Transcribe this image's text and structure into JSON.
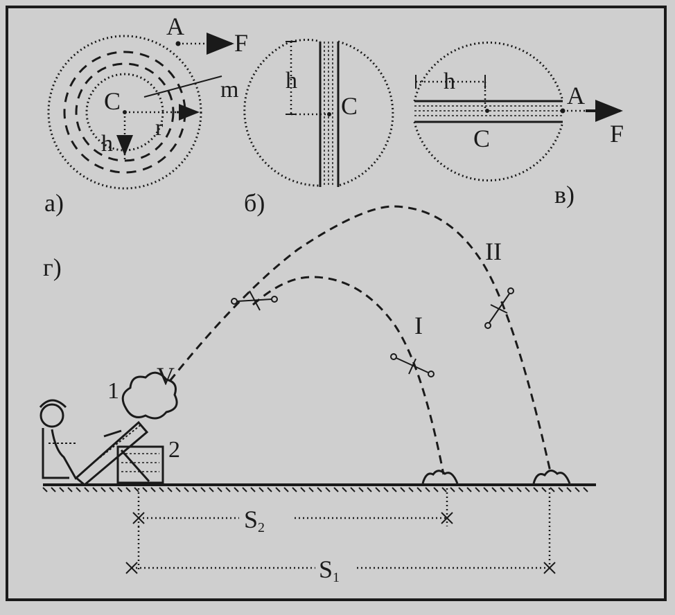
{
  "panels": {
    "a": {
      "caption": "а)",
      "point_a": "A",
      "force": "F",
      "center": "C",
      "mass": "m",
      "radius": "r",
      "height": "h"
    },
    "b": {
      "caption": "б)",
      "height": "h",
      "center": "C"
    },
    "v": {
      "caption": "в)",
      "height": "h",
      "point_a": "A",
      "force": "F",
      "center": "C"
    },
    "g": {
      "caption": "г)",
      "velocity": "V",
      "label_1": "1",
      "label_2": "2",
      "trajectory_1": "I",
      "trajectory_2": "II",
      "distance_2": "S",
      "distance_2_sub": "2",
      "distance_1": "S",
      "distance_1_sub": "1"
    }
  }
}
